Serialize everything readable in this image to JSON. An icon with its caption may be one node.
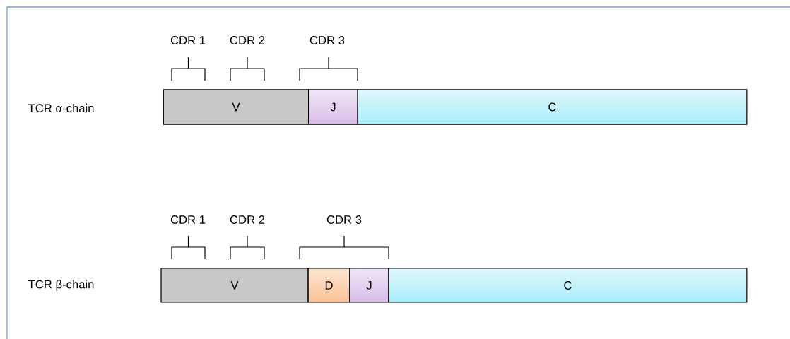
{
  "diagram": {
    "nodes": [
      {
        "text": [
          "V"
        ]
      },
      {
        "text": [
          "J"
        ]
      },
      {
        "text": [
          "C"
        ]
      },
      {
        "text": [
          "V"
        ]
      },
      {
        "text": [
          "D"
        ]
      },
      {
        "text": [
          "J"
        ]
      },
      {
        "text": [
          "C"
        ]
      }
    ],
    "labels": [
      "CDR 1",
      "CDR 2",
      "CDR 3",
      "TCR α-chain",
      "CDR 1",
      "CDR 2",
      "CDR 3",
      "TCR β-chain"
    ]
  }
}
